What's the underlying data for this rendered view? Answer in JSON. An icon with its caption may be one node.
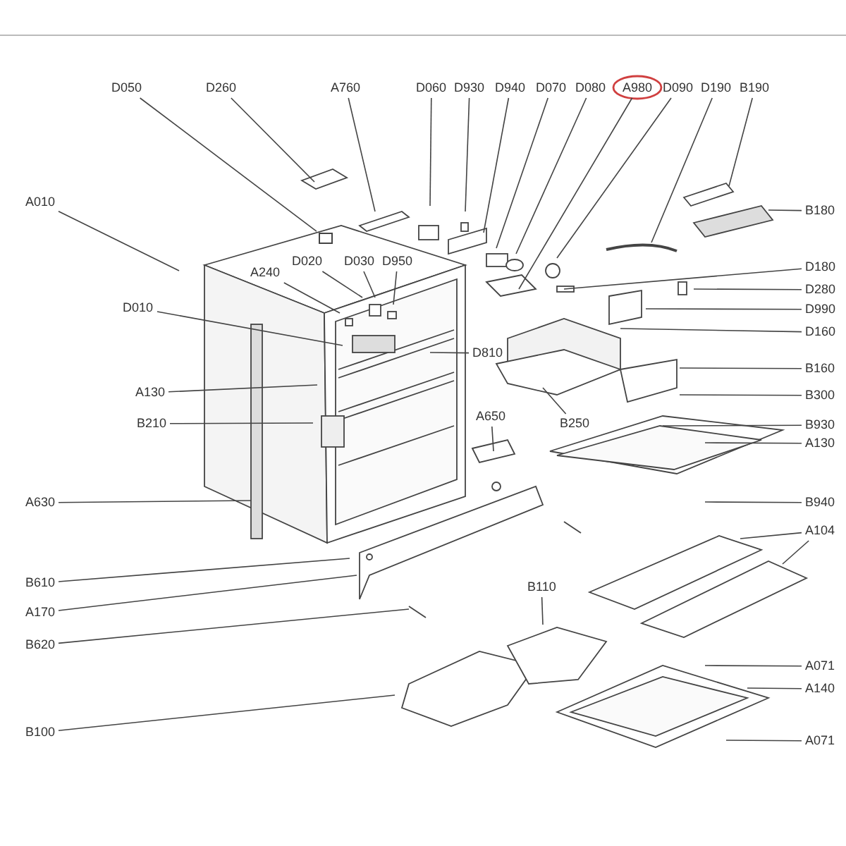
{
  "diagram": {
    "nodes": [
      {
        "text": [
          "D050"
        ]
      },
      {
        "text": [
          "D260"
        ]
      },
      {
        "text": [
          "A760"
        ]
      },
      {
        "text": [
          "D060"
        ]
      },
      {
        "text": [
          "D930"
        ]
      },
      {
        "text": [
          "D940"
        ]
      },
      {
        "text": [
          "D070"
        ]
      },
      {
        "text": [
          "D080"
        ]
      },
      {
        "text": [
          "A980"
        ]
      },
      {
        "text": [
          "D090"
        ]
      },
      {
        "text": [
          "D190"
        ]
      },
      {
        "text": [
          "B190"
        ]
      },
      {
        "text": [
          "A010"
        ]
      },
      {
        "text": [
          "B180"
        ]
      },
      {
        "text": [
          "D020"
        ]
      },
      {
        "text": [
          "D030"
        ]
      },
      {
        "text": [
          "D950"
        ]
      },
      {
        "text": [
          "D180"
        ]
      },
      {
        "text": [
          "A240"
        ]
      },
      {
        "text": [
          "D280"
        ]
      },
      {
        "text": [
          "D010"
        ]
      },
      {
        "text": [
          "D990"
        ]
      },
      {
        "text": [
          "D160"
        ]
      },
      {
        "text": [
          "D810"
        ]
      },
      {
        "text": [
          "B160"
        ]
      },
      {
        "text": [
          "A130"
        ]
      },
      {
        "text": [
          "B300"
        ]
      },
      {
        "text": [
          "A650"
        ]
      },
      {
        "text": [
          "B210"
        ]
      },
      {
        "text": [
          "B250"
        ]
      },
      {
        "text": [
          "B930"
        ]
      },
      {
        "text": [
          "A130"
        ]
      },
      {
        "text": [
          "B940"
        ]
      },
      {
        "text": [
          "A630"
        ]
      },
      {
        "text": [
          "A104"
        ]
      },
      {
        "text": [
          "B610"
        ]
      },
      {
        "text": [
          "B110"
        ]
      },
      {
        "text": [
          "A170"
        ]
      },
      {
        "text": [
          "B620"
        ]
      },
      {
        "text": [
          "A071"
        ]
      },
      {
        "text": [
          "A140"
        ]
      },
      {
        "text": [
          "B100"
        ]
      },
      {
        "text": [
          "A071"
        ]
      },
      {
        "text": [],
        "shape": "box"
      }
    ],
    "edges": [
      {
        "from": 0,
        "to": 43,
        "arrow": "none"
      },
      {
        "from": 1,
        "to": null,
        "arrow": "none"
      },
      {
        "from": 2,
        "to": null,
        "arrow": "none"
      },
      {
        "from": 3,
        "to": null,
        "arrow": "none"
      },
      {
        "from": 4,
        "to": null,
        "arrow": "none"
      },
      {
        "from": 5,
        "to": null,
        "arrow": "none"
      },
      {
        "from": 6,
        "to": null,
        "arrow": "none"
      },
      {
        "from": 7,
        "to": null,
        "arrow": "none"
      },
      {
        "from": 8,
        "to": null,
        "arrow": "none"
      },
      {
        "from": 9,
        "to": null,
        "arrow": "none"
      },
      {
        "from": 10,
        "to": null,
        "arrow": "none"
      },
      {
        "from": 11,
        "to": null,
        "arrow": "none"
      },
      {
        "from": 12,
        "to": null,
        "arrow": "none"
      },
      {
        "from": 13,
        "to": null,
        "arrow": "none"
      },
      {
        "from": 14,
        "to": null,
        "arrow": "none"
      },
      {
        "from": 15,
        "to": null,
        "arrow": "none"
      },
      {
        "from": 16,
        "to": null,
        "arrow": "none"
      },
      {
        "from": 17,
        "to": null,
        "arrow": "none"
      },
      {
        "from": 18,
        "to": null,
        "arrow": "none"
      },
      {
        "from": 19,
        "to": null,
        "arrow": "none"
      },
      {
        "from": 20,
        "to": null,
        "arrow": "none"
      },
      {
        "from": 21,
        "to": null,
        "arrow": "none"
      },
      {
        "from": 22,
        "to": null,
        "arrow": "none"
      },
      {
        "from": 23,
        "to": null,
        "arrow": "none"
      },
      {
        "from": 24,
        "to": null,
        "arrow": "none"
      },
      {
        "from": 25,
        "to": null,
        "arrow": "none"
      },
      {
        "from": 26,
        "to": null,
        "arrow": "none"
      },
      {
        "from": 27,
        "to": null,
        "arrow": "none"
      },
      {
        "from": 28,
        "to": null,
        "arrow": "none"
      },
      {
        "from": 29,
        "to": null,
        "arrow": "none"
      },
      {
        "from": 30,
        "to": null,
        "arrow": "none"
      },
      {
        "from": 31,
        "to": null,
        "arrow": "none"
      },
      {
        "from": 32,
        "to": null,
        "arrow": "none"
      },
      {
        "from": 33,
        "to": null,
        "arrow": "none"
      },
      {
        "from": 34,
        "to": null,
        "arrow": "none"
      },
      {
        "from": 34,
        "to": null,
        "arrow": "none"
      },
      {
        "from": 35,
        "to": null,
        "arrow": "none"
      },
      {
        "from": 36,
        "to": null,
        "arrow": "none"
      },
      {
        "from": 37,
        "to": null,
        "arrow": "none"
      },
      {
        "from": 38,
        "to": null,
        "arrow": "none"
      },
      {
        "from": 39,
        "to": null,
        "arrow": "none"
      },
      {
        "from": 40,
        "to": null,
        "arrow": "none"
      },
      {
        "from": 41,
        "to": null,
        "arrow": "none"
      },
      {
        "from": 42,
        "to": null,
        "arrow": "none"
      }
    ]
  }
}
